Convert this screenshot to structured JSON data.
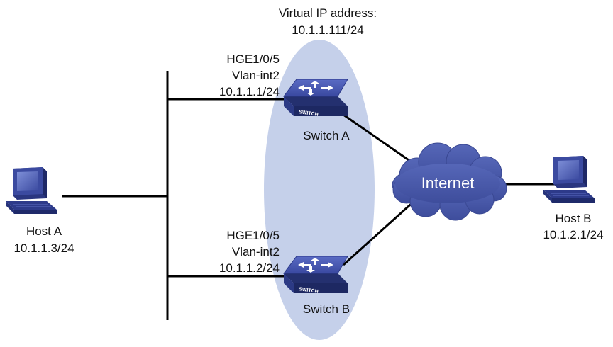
{
  "vip": {
    "title": "Virtual IP address:",
    "address": "10.1.1.111/24"
  },
  "switch_a": {
    "name": "Switch A",
    "badge": "SWITCH",
    "port": "HGE1/0/5",
    "vlan": "Vlan-int2",
    "ip": "10.1.1.1/24"
  },
  "switch_b": {
    "name": "Switch B",
    "badge": "SWITCH",
    "port": "HGE1/0/5",
    "vlan": "Vlan-int2",
    "ip": "10.1.1.2/24"
  },
  "host_a": {
    "name": "Host A",
    "ip": "10.1.1.3/24"
  },
  "host_b": {
    "name": "Host B",
    "ip": "10.1.2.1/24"
  },
  "internet": {
    "label": "Internet"
  },
  "colors": {
    "vrrp_group": "#c5d0ea",
    "device_blue": "#3e4ea6",
    "device_dark": "#24306f",
    "cloud": "#4a5aa8",
    "link": "#000000"
  }
}
